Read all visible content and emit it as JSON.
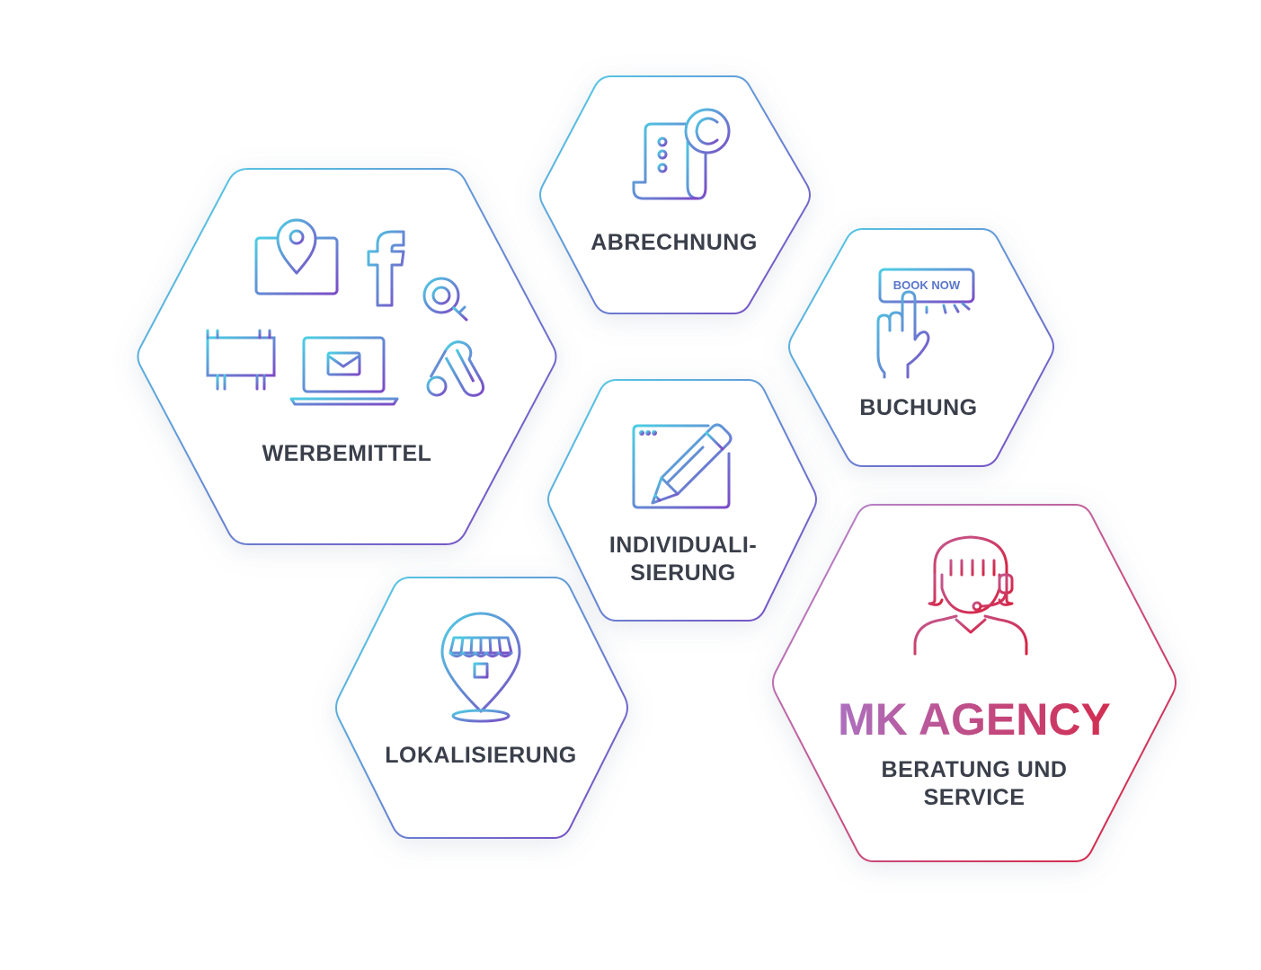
{
  "werbemittel": {
    "label": "WERBEMITTEL"
  },
  "abrechnung": {
    "label": "ABRECHNUNG"
  },
  "buchung": {
    "label": "BUCHUNG",
    "book_now": "BOOK NOW"
  },
  "individualisierung": {
    "line1": "INDIVIDUALI-",
    "line2": "SIERUNG"
  },
  "lokalisierung": {
    "label": "LOKALISIERUNG"
  },
  "agency": {
    "brand": "MK AGENCY",
    "line1": "BERATUNG UND",
    "line2": "SERVICE"
  },
  "icons": {
    "werbemittel": [
      "monitor-location-icon",
      "facebook-icon",
      "search-icon",
      "billboard-icon",
      "laptop-mail-icon",
      "google-ads-icon"
    ],
    "abrechnung": "invoice-euro-icon",
    "buchung": "book-now-hand-icon",
    "individualisierung": "edit-pencil-icon",
    "lokalisierung": "store-location-icon",
    "agency": "support-agent-icon"
  },
  "colors": {
    "gradient_cyan": "#4fd0e4",
    "gradient_purple": "#7b4fc4",
    "agency_start": "#a77bd0",
    "agency_end": "#d92440",
    "text": "#3a3f4a"
  }
}
